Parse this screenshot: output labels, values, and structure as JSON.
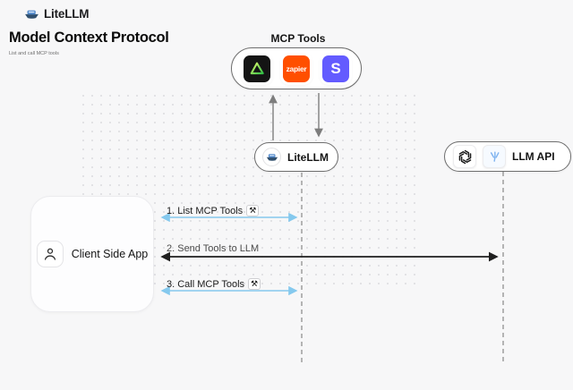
{
  "header": {
    "brand": "LiteLLM",
    "title": "Model Context Protocol",
    "subtitle": "List and call MCP tools"
  },
  "mcp_tools": {
    "label": "MCP Tools",
    "tool_icons": [
      {
        "name": "green-triangle-tool-icon",
        "background": "#141414"
      },
      {
        "name": "zapier-icon",
        "text": "zapier",
        "background": "#ff4f00"
      },
      {
        "name": "stripe-icon",
        "text": "S",
        "background": "#635bff"
      }
    ]
  },
  "nodes": {
    "litellm": {
      "label": "LiteLLM",
      "icon": "litellm-boat-logo"
    },
    "llm_api": {
      "label": "LLM API",
      "icons": [
        "openai-icon",
        "llm-provider-icon"
      ]
    },
    "client": {
      "label": "Client Side App",
      "icon": "person-icon"
    }
  },
  "arrows": {
    "step1": {
      "label": "1. List MCP Tools",
      "tools_glyph": "⚒",
      "color": "#85c9ee",
      "from": "Client Side App",
      "to": "LiteLLM"
    },
    "step2": {
      "label": "2. Send Tools to LLM",
      "color": "#1f1f1f",
      "from": "Client Side App",
      "to": "LLM API"
    },
    "step3": {
      "label": "3. Call MCP Tools",
      "tools_glyph": "⚒",
      "color": "#85c9ee",
      "from": "Client Side App",
      "to": "LiteLLM"
    }
  },
  "colors": {
    "background": "#f7f7f8",
    "dot": "#e2e2e5",
    "blue_arrow": "#85c9ee",
    "dark_arrow": "#1f1f1f",
    "lifeline": "#a3a3a3",
    "zapier_orange": "#ff4f00",
    "stripe_purple": "#635bff",
    "tool_green": "#3ecf4c"
  }
}
